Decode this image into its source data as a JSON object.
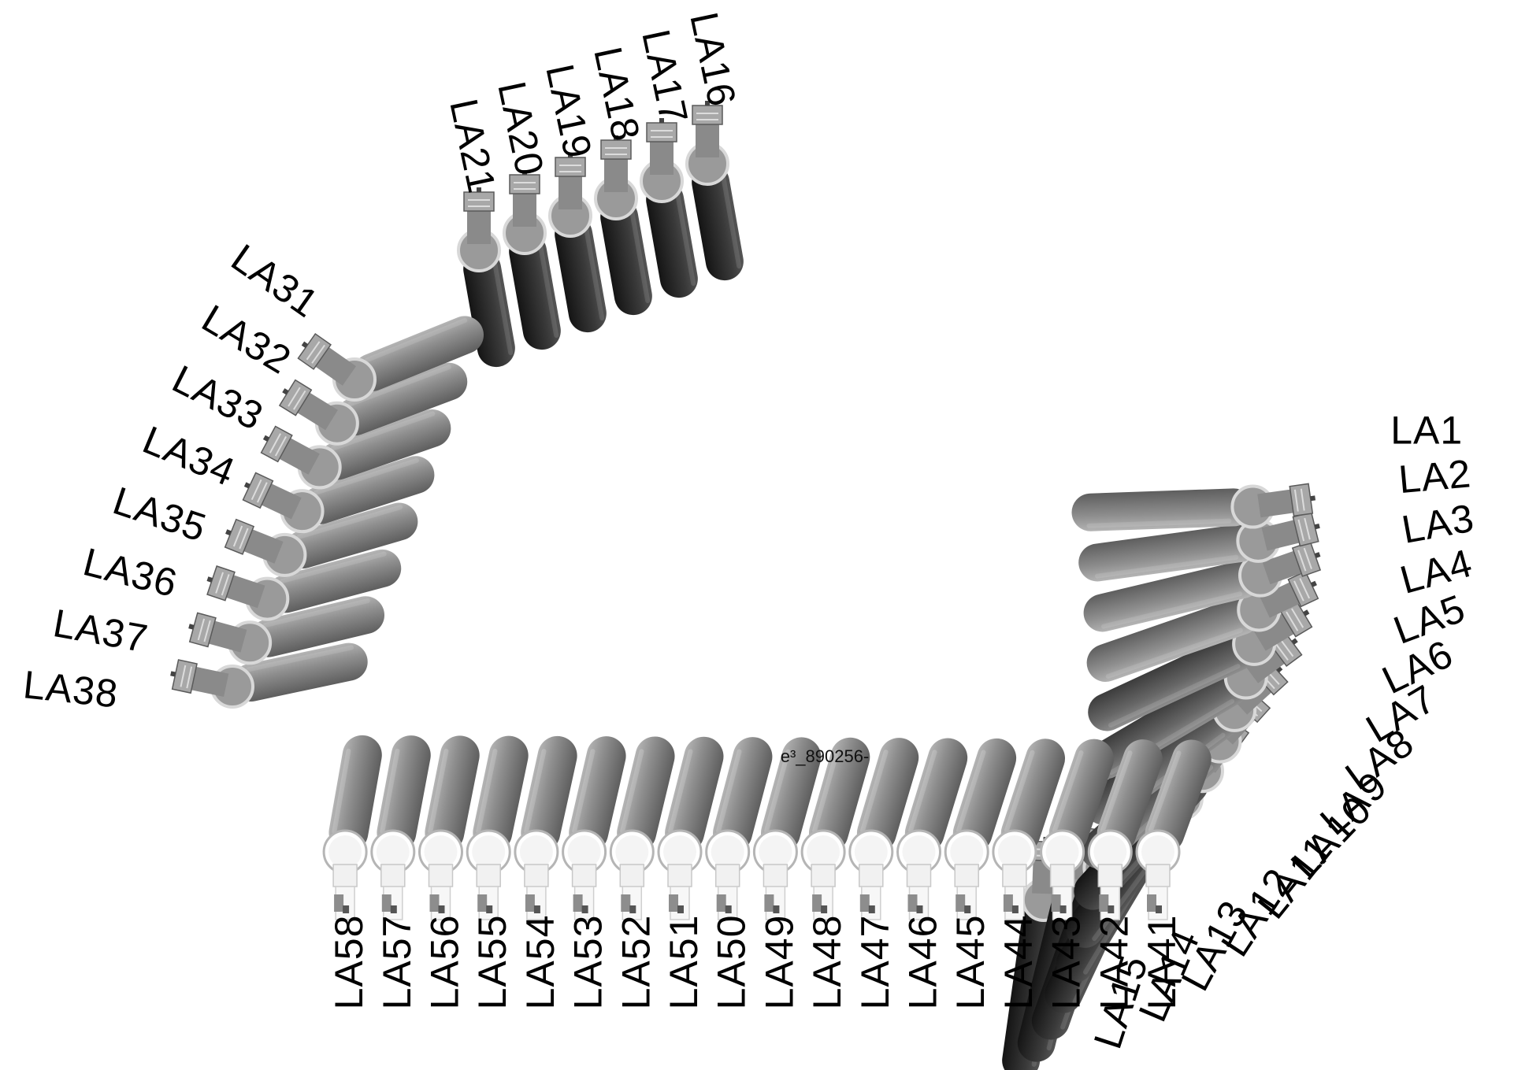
{
  "caption": "e³_890256-",
  "colors": {
    "background": "#ffffff",
    "label": "#000000",
    "tube_dark": "#2a2a2a",
    "tube_light": "#8c8c8c",
    "mount": "#8a8a8a"
  },
  "groups": [
    {
      "name": "right-arc",
      "tube_shade": "dark-to-light",
      "labels": [
        "LA1",
        "LA2",
        "LA3",
        "LA4",
        "LA5",
        "LA6",
        "LA7",
        "LA8",
        "LA9",
        "LA10",
        "LA11",
        "LA12",
        "LA13",
        "LA14",
        "LA15"
      ]
    },
    {
      "name": "top-left-group",
      "tube_shade": "dark",
      "labels": [
        "LA16",
        "LA17",
        "LA18",
        "LA19",
        "LA20",
        "LA21"
      ]
    },
    {
      "name": "left-arc",
      "tube_shade": "light",
      "labels": [
        "LA31",
        "LA32",
        "LA33",
        "LA34",
        "LA35",
        "LA36",
        "LA37",
        "LA38"
      ]
    },
    {
      "name": "bottom-row",
      "tube_shade": "light",
      "labels": [
        "LA41",
        "LA42",
        "LA43",
        "LA44",
        "LA45",
        "LA46",
        "LA47",
        "LA48",
        "LA49",
        "LA50",
        "LA51",
        "LA52",
        "LA53",
        "LA54",
        "LA55",
        "LA56",
        "LA57",
        "LA58"
      ]
    }
  ]
}
